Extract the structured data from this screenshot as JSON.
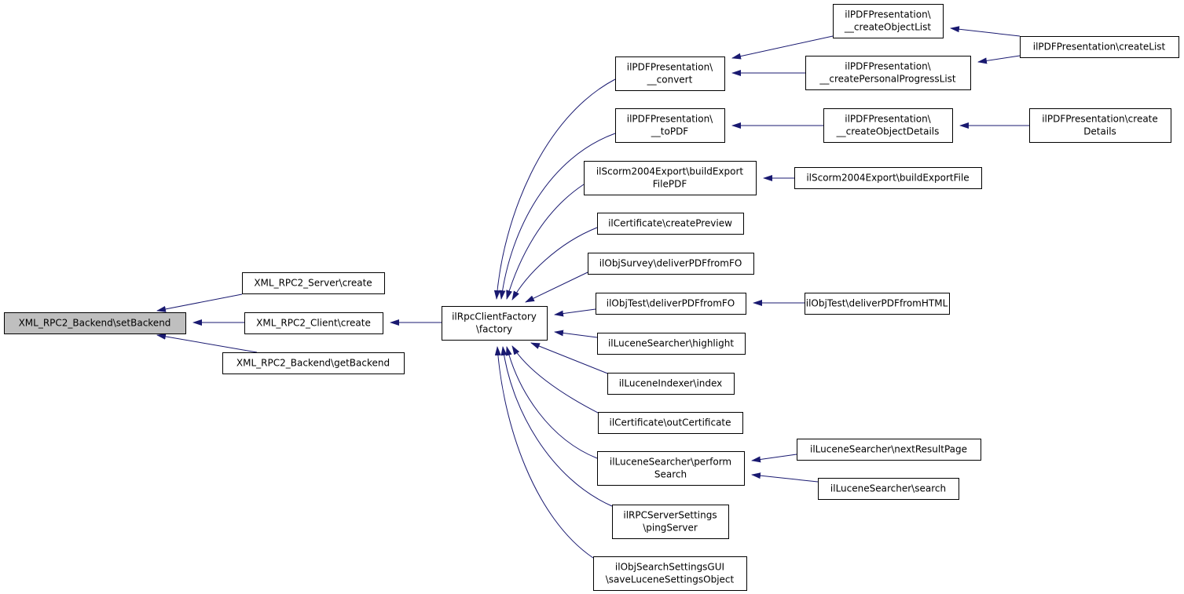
{
  "diagram": {
    "style": {
      "edge_color": "#191970",
      "node_border_color": "#000000",
      "node_fill": "#ffffff",
      "focus_fill": "#bfbfbf",
      "text_color": "#000000"
    },
    "nodes": {
      "setBackend": {
        "lines": [
          "XML_RPC2_Backend\\setBackend"
        ],
        "focus": true
      },
      "serverCreate": {
        "lines": [
          "XML_RPC2_Server\\create"
        ]
      },
      "clientCreate": {
        "lines": [
          "XML_RPC2_Client\\create"
        ]
      },
      "getBackend": {
        "lines": [
          "XML_RPC2_Backend\\getBackend"
        ]
      },
      "factory": {
        "lines": [
          "ilRpcClientFactory",
          "\\factory"
        ]
      },
      "convert": {
        "lines": [
          "ilPDFPresentation\\",
          "__convert"
        ]
      },
      "toPDF": {
        "lines": [
          "ilPDFPresentation\\",
          "__toPDF"
        ]
      },
      "buildExportFilePDF": {
        "lines": [
          "ilScorm2004Export\\buildExport",
          "FilePDF"
        ]
      },
      "createPreview": {
        "lines": [
          "ilCertificate\\createPreview"
        ]
      },
      "surveyDeliver": {
        "lines": [
          "ilObjSurvey\\deliverPDFfromFO"
        ]
      },
      "testDeliverFO": {
        "lines": [
          "ilObjTest\\deliverPDFfromFO"
        ]
      },
      "highlight": {
        "lines": [
          "ilLuceneSearcher\\highlight"
        ]
      },
      "index": {
        "lines": [
          "ilLuceneIndexer\\index"
        ]
      },
      "outCertificate": {
        "lines": [
          "ilCertificate\\outCertificate"
        ]
      },
      "performSearch": {
        "lines": [
          "ilLuceneSearcher\\perform",
          "Search"
        ]
      },
      "pingServer": {
        "lines": [
          "ilRPCServerSettings",
          "\\pingServer"
        ]
      },
      "saveLucene": {
        "lines": [
          "ilObjSearchSettingsGUI",
          "\\saveLuceneSettingsObject"
        ]
      },
      "createObjectList": {
        "lines": [
          "ilPDFPresentation\\",
          "__createObjectList"
        ]
      },
      "createPersonalProgressList": {
        "lines": [
          "ilPDFPresentation\\",
          "__createPersonalProgressList"
        ]
      },
      "createObjectDetails": {
        "lines": [
          "ilPDFPresentation\\",
          "__createObjectDetails"
        ]
      },
      "buildExportFile": {
        "lines": [
          "ilScorm2004Export\\buildExportFile"
        ]
      },
      "testDeliverHTML": {
        "lines": [
          "ilObjTest\\deliverPDFfromHTML"
        ]
      },
      "nextResultPage": {
        "lines": [
          "ilLuceneSearcher\\nextResultPage"
        ]
      },
      "search": {
        "lines": [
          "ilLuceneSearcher\\search"
        ]
      },
      "createList": {
        "lines": [
          "ilPDFPresentation\\createList"
        ]
      },
      "createDetails": {
        "lines": [
          "ilPDFPresentation\\create",
          "Details"
        ]
      }
    },
    "edges": [
      {
        "from": "serverCreate",
        "to": "setBackend"
      },
      {
        "from": "clientCreate",
        "to": "setBackend"
      },
      {
        "from": "getBackend",
        "to": "setBackend"
      },
      {
        "from": "factory",
        "to": "clientCreate"
      },
      {
        "from": "convert",
        "to": "factory"
      },
      {
        "from": "toPDF",
        "to": "factory"
      },
      {
        "from": "buildExportFilePDF",
        "to": "factory"
      },
      {
        "from": "createPreview",
        "to": "factory"
      },
      {
        "from": "surveyDeliver",
        "to": "factory"
      },
      {
        "from": "testDeliverFO",
        "to": "factory"
      },
      {
        "from": "highlight",
        "to": "factory"
      },
      {
        "from": "index",
        "to": "factory"
      },
      {
        "from": "outCertificate",
        "to": "factory"
      },
      {
        "from": "performSearch",
        "to": "factory"
      },
      {
        "from": "pingServer",
        "to": "factory"
      },
      {
        "from": "saveLucene",
        "to": "factory"
      },
      {
        "from": "createObjectList",
        "to": "convert"
      },
      {
        "from": "createPersonalProgressList",
        "to": "convert"
      },
      {
        "from": "createObjectDetails",
        "to": "toPDF"
      },
      {
        "from": "buildExportFile",
        "to": "buildExportFilePDF"
      },
      {
        "from": "testDeliverHTML",
        "to": "testDeliverFO"
      },
      {
        "from": "nextResultPage",
        "to": "performSearch"
      },
      {
        "from": "search",
        "to": "performSearch"
      },
      {
        "from": "createList",
        "to": "createObjectList"
      },
      {
        "from": "createList",
        "to": "createPersonalProgressList"
      },
      {
        "from": "createDetails",
        "to": "createObjectDetails"
      }
    ]
  }
}
